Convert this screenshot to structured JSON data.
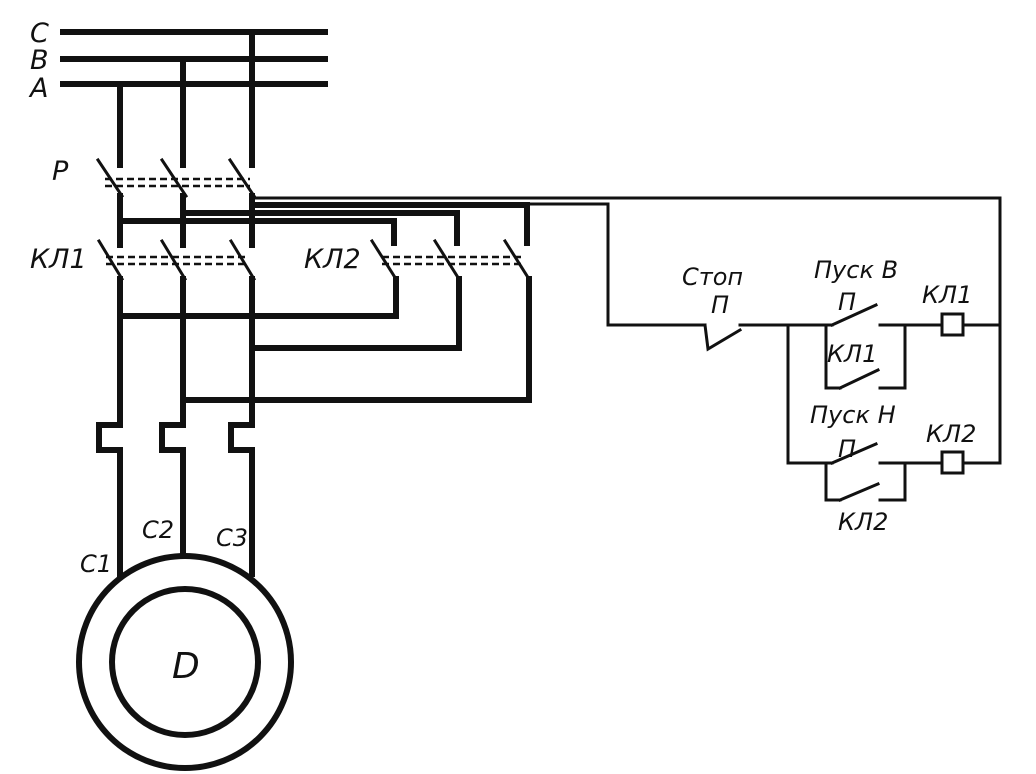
{
  "buses": {
    "c_label": "C",
    "b_label": "B",
    "a_label": "A"
  },
  "switches": {
    "p_label": "P",
    "kl1_label": "КЛ1",
    "kl2_label": "КЛ2"
  },
  "motor": {
    "label": "D",
    "terminal_1": "C1",
    "terminal_2": "C2",
    "terminal_3": "C3"
  },
  "control": {
    "stop_label": "Стоп",
    "stop_contact_label": "П",
    "start_forward_label": "Пуск В",
    "start_forward_contact_label": "П",
    "coil_1_label": "КЛ1",
    "hold_1_label": "КЛ1",
    "start_reverse_label": "Пуск Н",
    "start_reverse_contact_label": "П",
    "coil_2_label": "КЛ2",
    "hold_2_label": "КЛ2"
  }
}
